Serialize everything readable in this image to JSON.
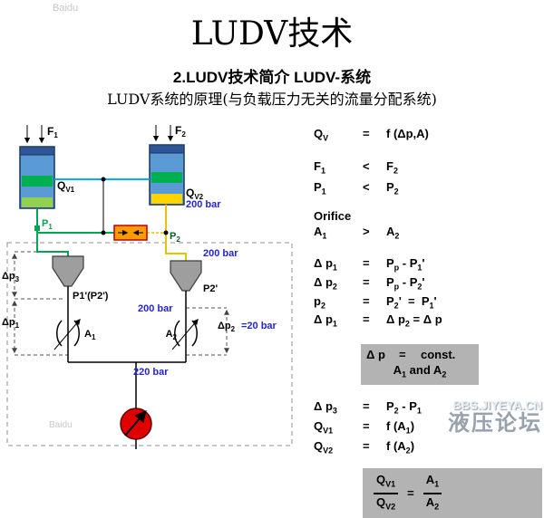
{
  "header": {
    "title": "LUDV技术",
    "subtitle": "2.LUDV技术简介 LUDV-系统",
    "description": "LUDV系统的原理(与负载压力无关的流量分配系统)"
  },
  "watermarks": {
    "top_left": "Baidu",
    "pump_area": "Baidu",
    "site": "BBS.JIYEYA.CN",
    "site_cn": "液压论坛"
  },
  "colors": {
    "pressure_label_blue": "#2424d0",
    "line_green": "#00a651",
    "line_cyan": "#00b0f0",
    "line_yellow": "#e7c400",
    "pump_red": "#e00000",
    "highlight_box_gray": "#b3b3b3"
  },
  "diagram": {
    "f1": {
      "main": "F",
      "sub": "1"
    },
    "f2": {
      "main": "F",
      "sub": "2"
    },
    "qv1": {
      "main": "Q",
      "sub": "V1"
    },
    "qv2": {
      "main": "Q",
      "sub": "V2"
    },
    "p1": {
      "main": "P",
      "sub": "1"
    },
    "p2": {
      "main": "P",
      "sub": "2"
    },
    "p1_prime": "P1'(P2')",
    "p2_prime": "P2'",
    "a1": {
      "main": "A",
      "sub": "1"
    },
    "a2": {
      "main": "A",
      "sub": "2"
    },
    "dp1": {
      "main": "Δp",
      "sub": "1"
    },
    "dp2": {
      "main": "Δp",
      "sub": "2"
    },
    "dp3": {
      "main": "Δp",
      "sub": "3"
    },
    "pressure_200_top": "200 bar",
    "pressure_200_mid": "200 bar",
    "pressure_200_low": "200 bar",
    "pressure_220": "220 bar",
    "pressure_20": "=20 bar"
  },
  "equations": {
    "rows": [
      {
        "lhs": [
          "Q",
          {
            "sub": "V"
          }
        ],
        "op": "=",
        "rhs": [
          "f (Δp,A)"
        ],
        "mt": 0
      },
      {
        "lhs": [
          "F",
          {
            "sub": "1"
          }
        ],
        "op": "<",
        "rhs": [
          "F",
          {
            "sub": "2"
          }
        ],
        "mt": 15
      },
      {
        "lhs": [
          "P",
          {
            "sub": "1"
          }
        ],
        "op": "<",
        "rhs": [
          "P",
          {
            "sub": "2"
          }
        ],
        "mt": 3
      },
      {
        "header": "Orifice",
        "mt": 11
      },
      {
        "lhs": [
          "A",
          {
            "sub": "1"
          }
        ],
        "op": ">",
        "rhs": [
          "A",
          {
            "sub": "2"
          }
        ],
        "mt": 2
      },
      {
        "lhs": [
          "Δ p",
          {
            "sub": "1"
          }
        ],
        "op": "=",
        "rhs": [
          "P",
          {
            "sub": "p"
          },
          " - P",
          {
            "sub": "1"
          },
          "'"
        ],
        "mt": 15
      },
      {
        "lhs": [
          "Δ p",
          {
            "sub": "2"
          }
        ],
        "op": "=",
        "rhs": [
          "P",
          {
            "sub": "p"
          },
          " - P",
          {
            "sub": "2"
          },
          "'"
        ],
        "mt": 0
      },
      {
        "lhs": [
          "p",
          {
            "sub": "2"
          }
        ],
        "op": "=",
        "rhs": [
          "P",
          {
            "sub": "2"
          },
          "'  =  P",
          {
            "sub": "1"
          },
          "'"
        ],
        "mt": 0
      },
      {
        "lhs": [
          "Δ p",
          {
            "sub": "1"
          }
        ],
        "op": "=",
        "rhs": [
          "Δ p",
          {
            "sub": "2"
          },
          " = Δ p"
        ],
        "mt": 0
      },
      {
        "type": "box",
        "line1_lhs": [
          "Δ p"
        ],
        "line1_op": "=",
        "line1_rhs": [
          "const."
        ],
        "line2": [
          "A",
          {
            "sub": "1"
          },
          " and A",
          {
            "sub": "2"
          }
        ],
        "mt": 14
      },
      {
        "lhs": [
          "Δ p",
          {
            "sub": "3"
          }
        ],
        "op": "=",
        "rhs": [
          "P",
          {
            "sub": "2"
          },
          " - P",
          {
            "sub": "1"
          }
        ],
        "mt": 16
      },
      {
        "lhs": [
          "Q",
          {
            "sub": "V1"
          }
        ],
        "op": "=",
        "rhs": [
          "f (A",
          {
            "sub": "1"
          },
          ")"
        ],
        "mt": 1
      },
      {
        "lhs": [
          "Q",
          {
            "sub": "V2"
          }
        ],
        "op": "=",
        "rhs": [
          "f (A",
          {
            "sub": "2"
          },
          ")"
        ],
        "mt": 1
      },
      {
        "type": "fracbox",
        "num1": [
          "Q",
          {
            "sub": "V1"
          }
        ],
        "den1": [
          "Q",
          {
            "sub": "V2"
          }
        ],
        "op": "=",
        "num2": [
          "A",
          {
            "sub": "1"
          }
        ],
        "den2": [
          "A",
          {
            "sub": "2"
          }
        ],
        "mt": 12
      }
    ]
  }
}
